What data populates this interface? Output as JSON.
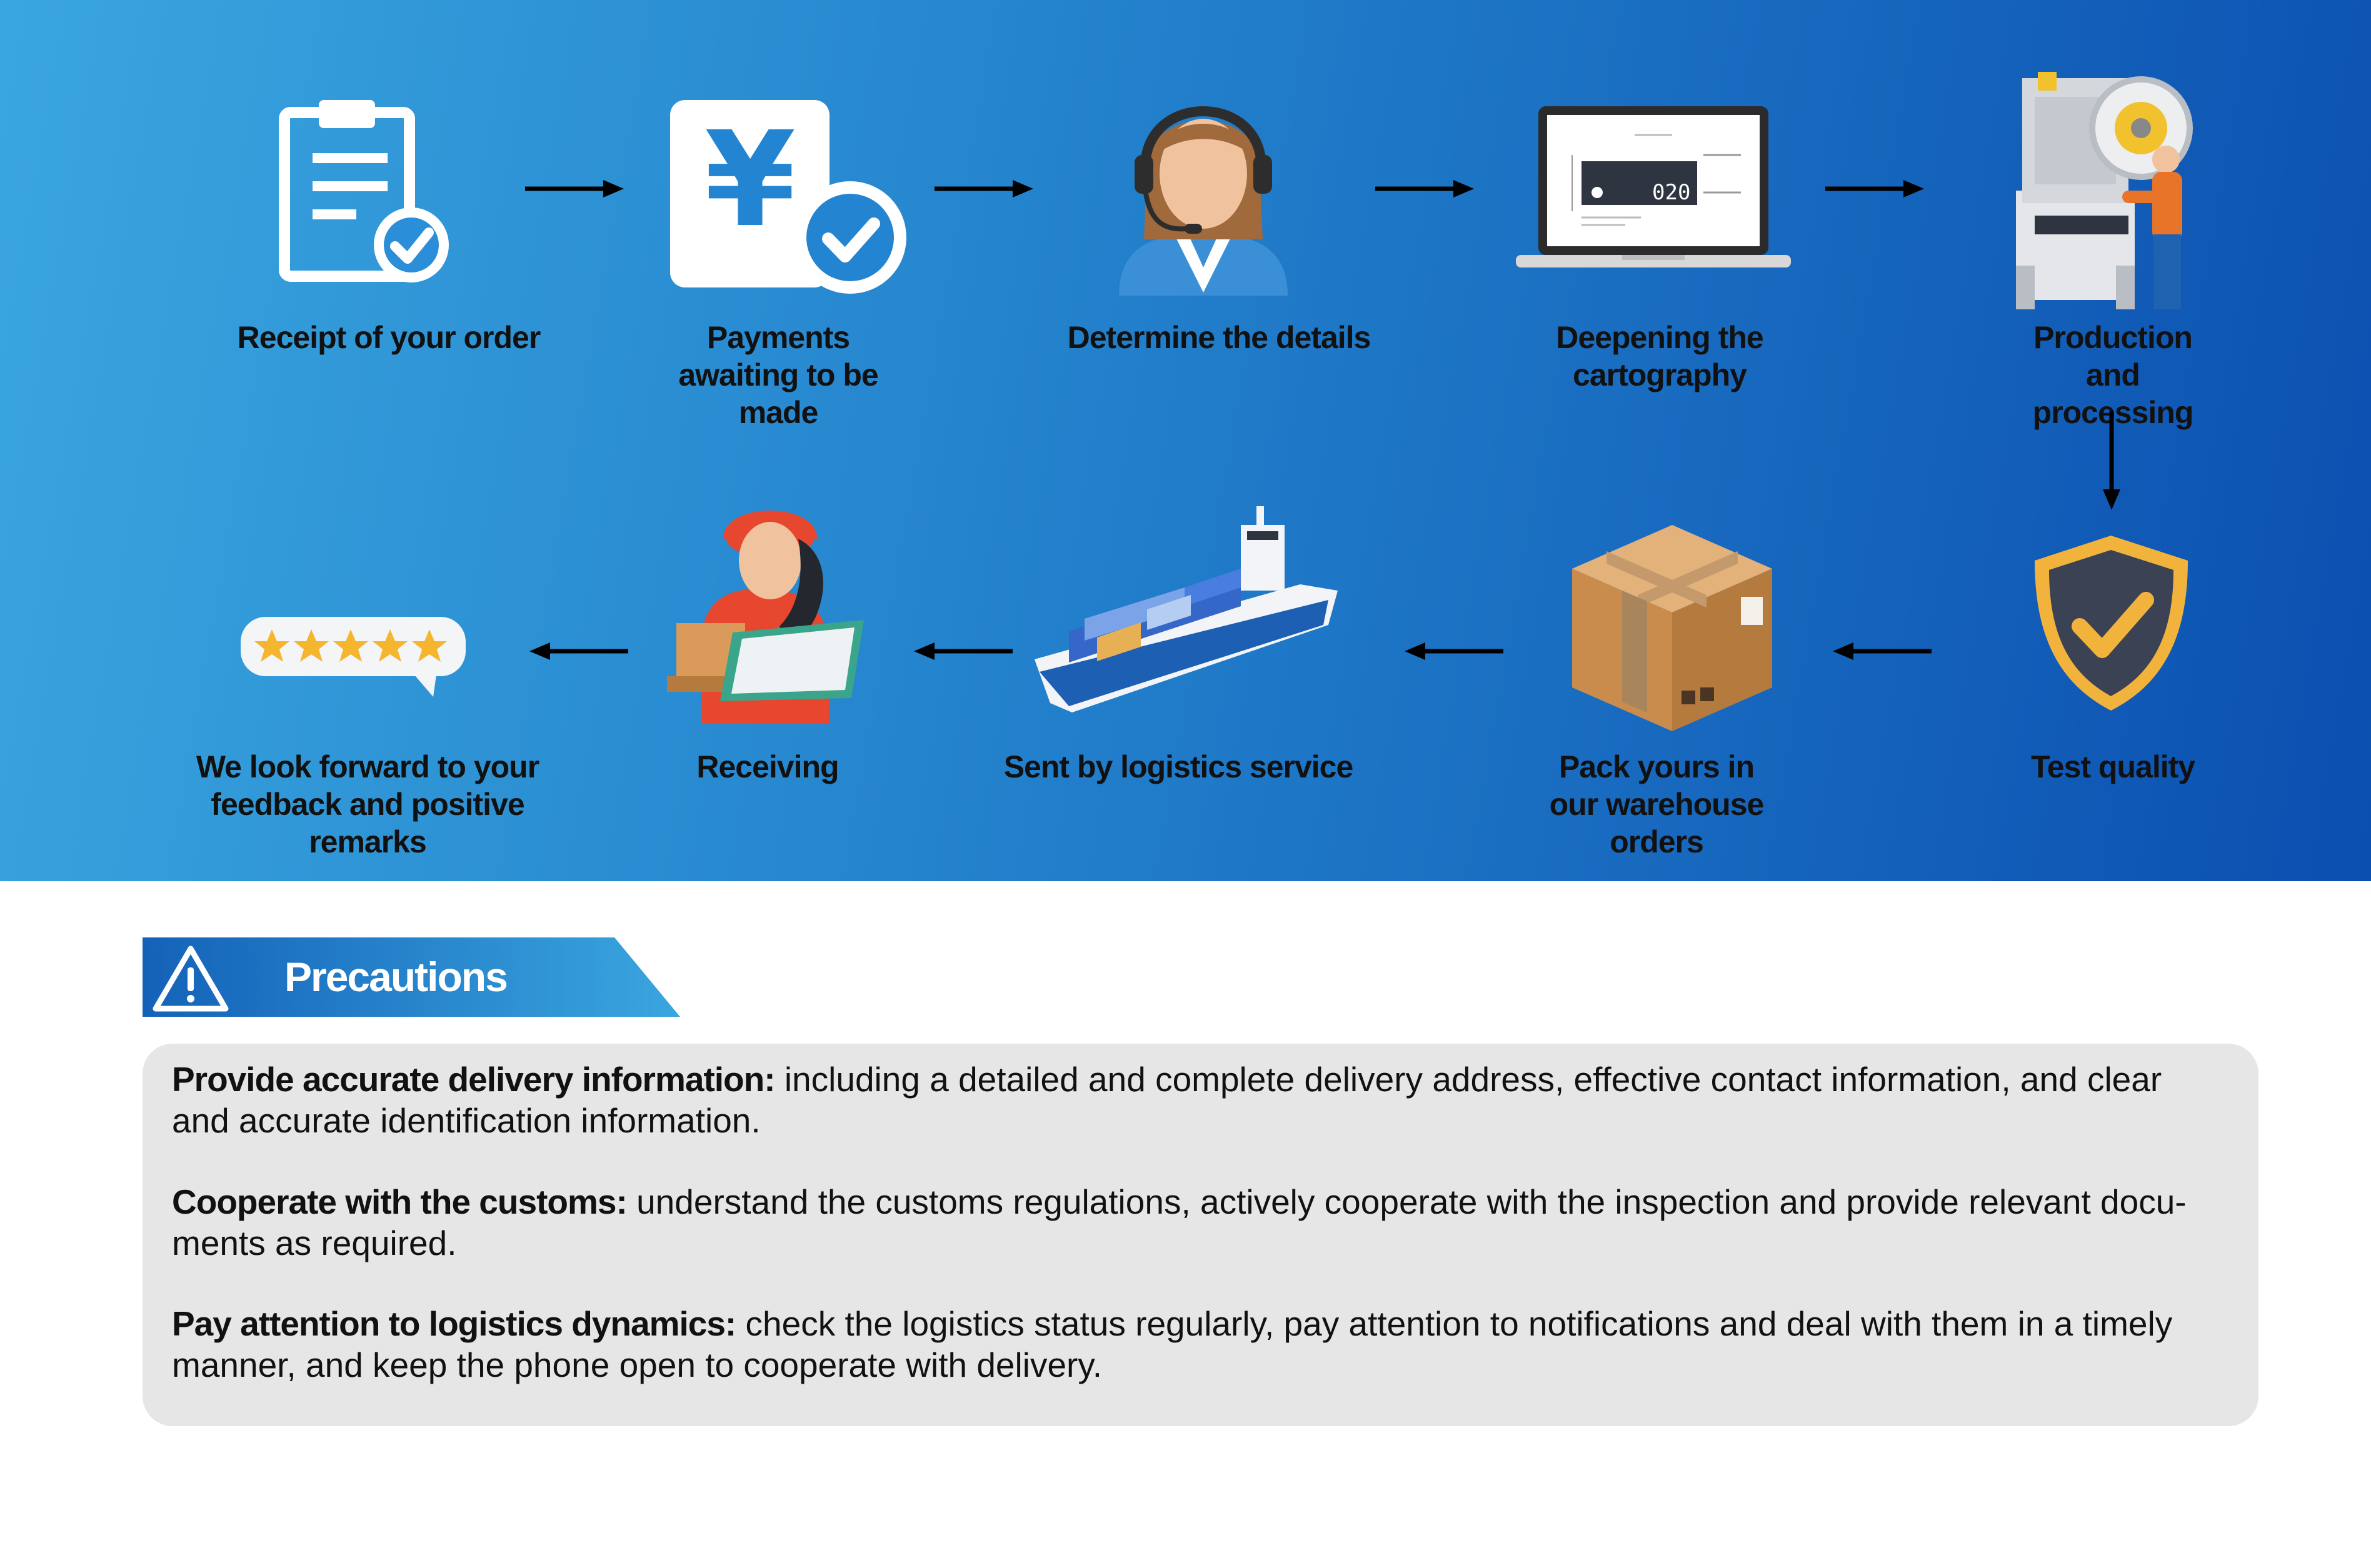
{
  "process": {
    "steps": [
      {
        "label": "Receipt of your order",
        "icon": "clipboard-check-icon"
      },
      {
        "label": "Payments awaiting to be made",
        "icon": "yen-document-check-icon"
      },
      {
        "label": "Determine the details",
        "icon": "customer-service-agent-icon"
      },
      {
        "label": "Deepening the cartography",
        "icon": "laptop-drawing-icon",
        "screen_text": "020"
      },
      {
        "label": "Production and processing",
        "icon": "machine-worker-icon"
      },
      {
        "label": "Test quality",
        "icon": "shield-check-icon"
      },
      {
        "label": "Pack yours in our warehouse orders",
        "icon": "cardboard-box-icon"
      },
      {
        "label": "Sent by logistics service",
        "icon": "cargo-ship-icon"
      },
      {
        "label": "Receiving",
        "icon": "delivery-person-icon"
      },
      {
        "label": "We look forward to your feedback and positive remarks",
        "icon": "five-star-rating-icon"
      }
    ]
  },
  "precautions": {
    "title": "Precautions",
    "icon": "warning-triangle-icon",
    "items": [
      {
        "title": "Provide accurate delivery information:",
        "text": " including a detailed and complete delivery address, effective contact information, and clear and accurate identification information."
      },
      {
        "title": "Cooperate with the customs:",
        "text": " understand the customs regulations, actively cooperate with the inspection and provide relevant docu-ments as required."
      },
      {
        "title": "Pay attention to logistics dynamics:",
        "text": " check the logistics status regularly, pay attention to notifications and deal with them in a timely manner, and keep the phone open to cooperate with delivery."
      }
    ]
  },
  "colors": {
    "banner_start": "#3aa6df",
    "banner_end": "#0b4fb0",
    "tab_dark": "#1462b8",
    "tab_light": "#3aa6df",
    "box_bg": "#e6e6e6",
    "star": "#f5b52e",
    "shield": "#f2b33d"
  }
}
